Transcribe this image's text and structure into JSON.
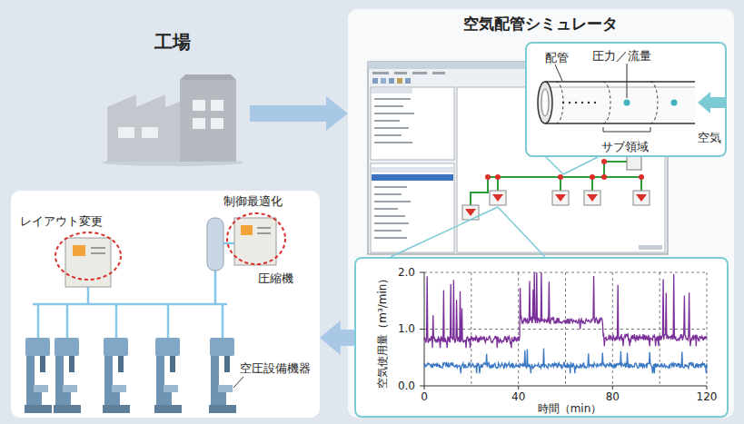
{
  "diagram": {
    "nodes": [
      {
        "text": [
          "工場"
        ]
      },
      {
        "text": [
          "空気配管シミュレータ"
        ]
      },
      {
        "text": [
          "配管",
          "圧力／流量",
          "空気",
          "サブ領域"
        ],
        "in": 1
      },
      {
        "text": [
          "空気使用量（m³/min）",
          "時間（min）"
        ],
        "in": 1
      },
      {
        "text": [
          "制御最適化",
          "レイアウト変更",
          "圧縮機",
          "空圧設備機器"
        ]
      }
    ],
    "edges": [
      {
        "from": 0,
        "to": 1,
        "arrow": "to"
      },
      {
        "from": 3,
        "to": 4,
        "arrow": "to"
      }
    ],
    "labels": [
      "2.0",
      "1.0",
      "0.0",
      "0",
      "40",
      "80",
      "120"
    ]
  }
}
